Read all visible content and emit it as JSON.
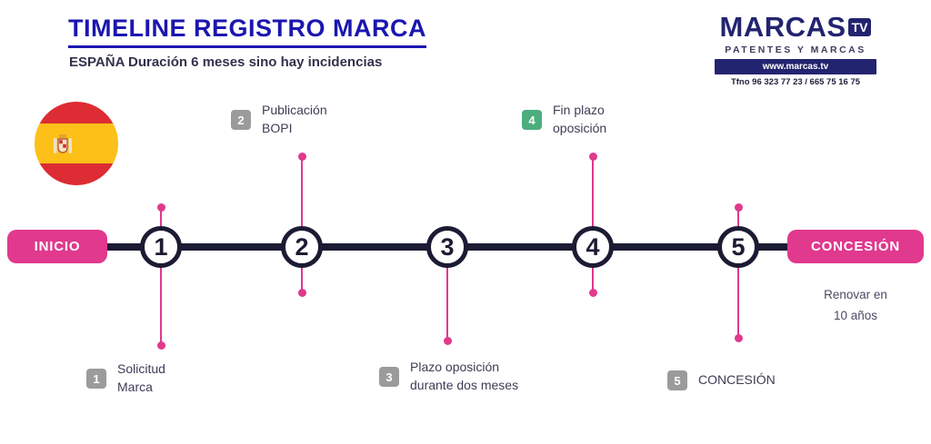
{
  "header": {
    "title": "TIMELINE REGISTRO MARCA",
    "subtitle": "ESPAÑA Duración 6 meses sino hay incidencias"
  },
  "logo": {
    "wordmark": "MARCAS",
    "tv_badge": "TV",
    "tagline": "PATENTES Y MARCAS",
    "website": "www.marcas.tv",
    "phone": "Tfno 96 323 77 23 / 665 75 16 75"
  },
  "icons": {
    "flag": "spain-flag"
  },
  "timeline": {
    "start_label": "INICIO",
    "end_label": "CONCESIÓN",
    "steps": [
      "1",
      "2",
      "3",
      "4",
      "5"
    ],
    "milestones": [
      {
        "number": "1",
        "lines": [
          "Solicitud",
          "Marca"
        ],
        "position": "below",
        "badge_color": "#9b9b9b"
      },
      {
        "number": "2",
        "lines": [
          "Publicación",
          "BOPI"
        ],
        "position": "above",
        "badge_color": "#9b9b9b"
      },
      {
        "number": "3",
        "lines": [
          "Plazo oposición",
          "durante dos meses"
        ],
        "position": "below",
        "badge_color": "#9b9b9b"
      },
      {
        "number": "4",
        "lines": [
          "Fin plazo",
          "oposición"
        ],
        "position": "above",
        "badge_color": "#4cae7d"
      },
      {
        "number": "5",
        "lines": [
          "CONCESIÓN"
        ],
        "position": "below",
        "badge_color": "#9b9b9b"
      }
    ],
    "renewal_note": [
      "Renovar en",
      "10 años"
    ]
  },
  "colors": {
    "accent_pink": "#e0398e",
    "navy": "#23246f",
    "title_blue": "#1b16b0",
    "line_dark": "#1b1b33",
    "milestone_gray": "#9b9b9b",
    "milestone_green": "#4cae7d"
  }
}
